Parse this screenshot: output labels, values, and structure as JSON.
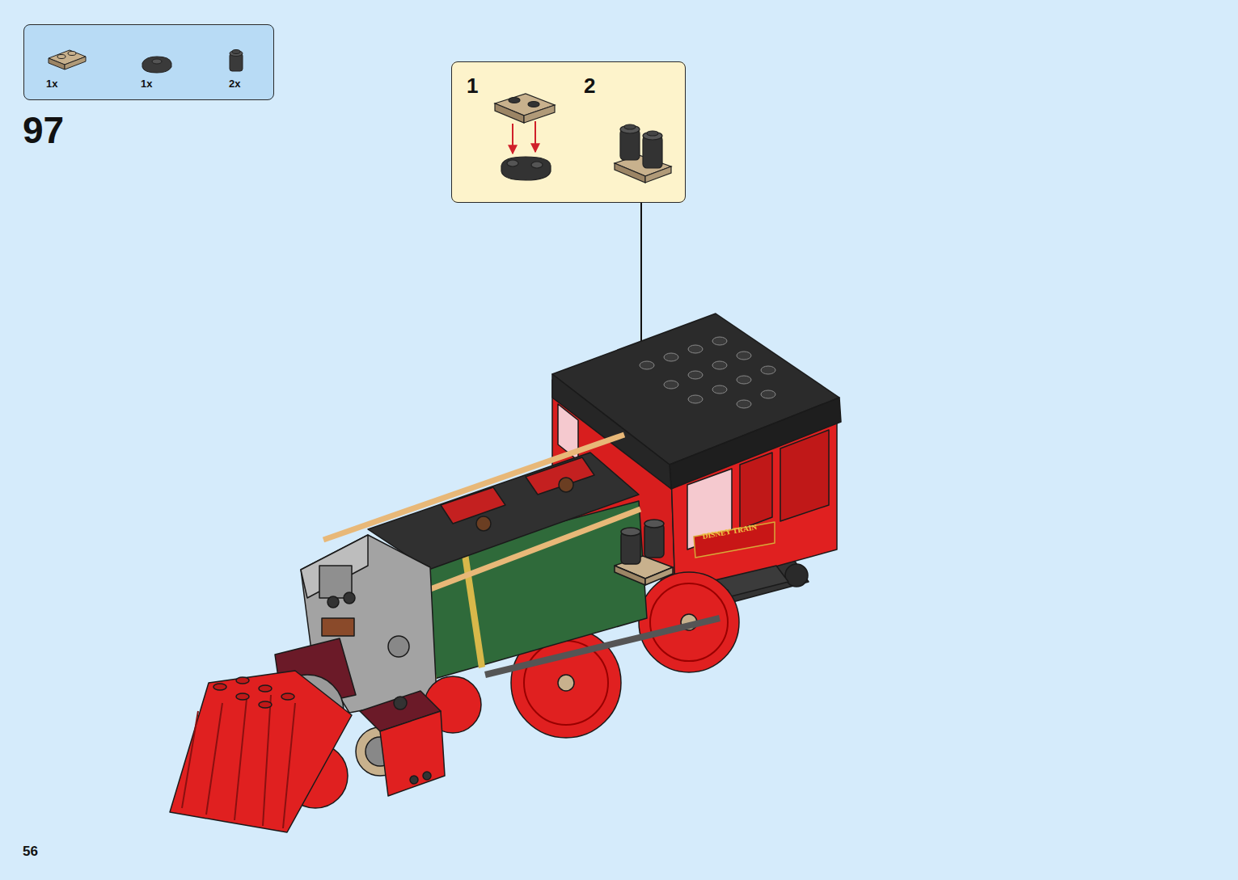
{
  "diagram": {
    "nodes": [
      {
        "text": [
          "1x",
          "1x",
          "2x"
        ]
      },
      {
        "text": [
          "1",
          "2"
        ]
      }
    ],
    "labels": [
      "97",
      "DISNEY TRAIN",
      "56"
    ]
  }
}
